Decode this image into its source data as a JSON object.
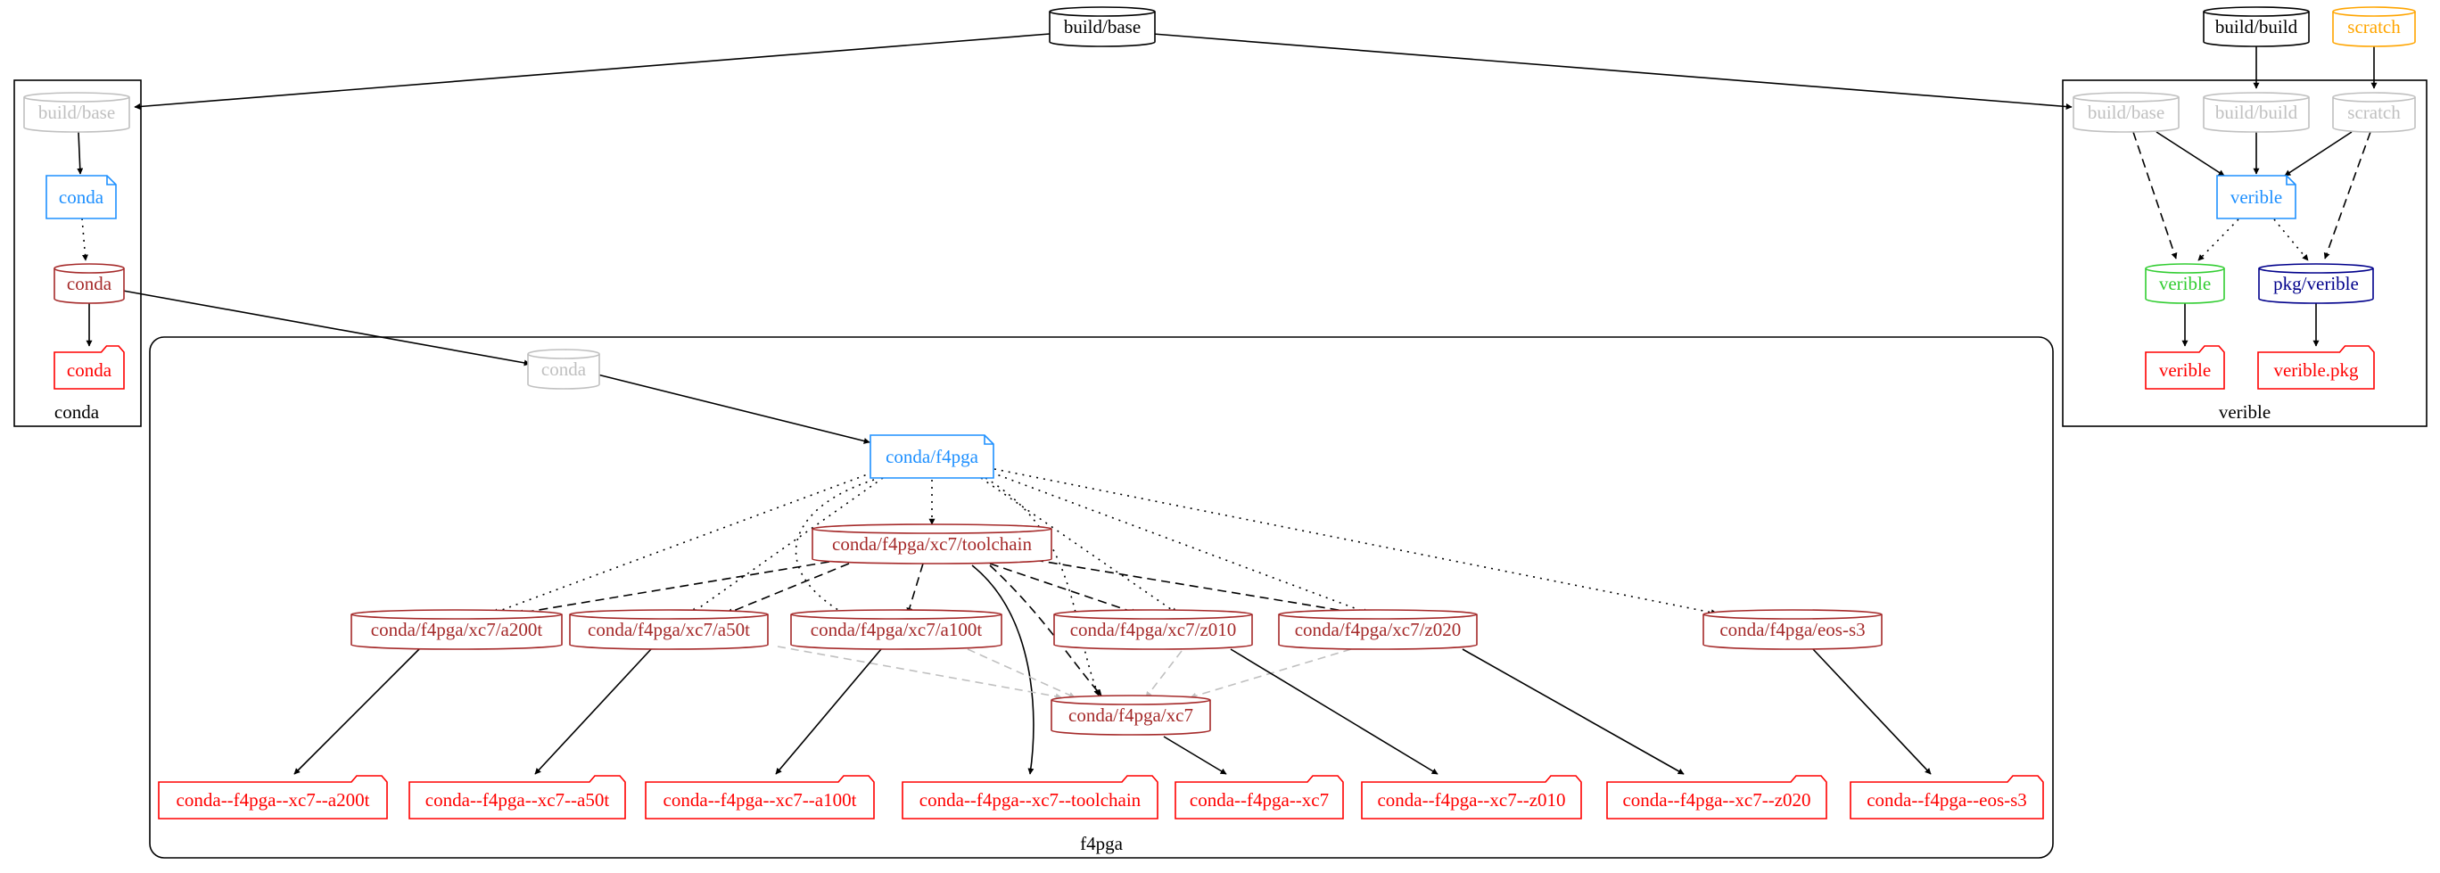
{
  "colors": {
    "edge": "#000000",
    "faded": "#c0c0c0",
    "dockerfile": "#1e90ff",
    "image": "#a52a2a",
    "artifact": "#ff0000",
    "green": "#32cd32",
    "navy": "#00008b",
    "orange": "#ffa500"
  },
  "clusters": {
    "conda": "conda",
    "f4pga": "f4pga",
    "verible": "verible"
  },
  "nodes": {
    "build_base_top": "build/base",
    "build_build_top": "build/build",
    "scratch_top": "scratch",
    "conda_base_ref": "build/base",
    "conda_dockerfile": "conda",
    "conda_image": "conda",
    "conda_artifact": "conda",
    "verible_base_ref": "build/base",
    "verible_build_ref": "build/build",
    "verible_scratch_ref": "scratch",
    "verible_dockerfile": "verible",
    "verible_image": "verible",
    "pkg_verible": "pkg/verible",
    "verible_artifact": "verible",
    "verible_pkg_artifact": "verible.pkg",
    "f4pga_conda_ref": "conda",
    "f4pga_dockerfile": "conda/f4pga",
    "toolchain": "conda/f4pga/xc7/toolchain",
    "a200t": "conda/f4pga/xc7/a200t",
    "a50t": "conda/f4pga/xc7/a50t",
    "a100t": "conda/f4pga/xc7/a100t",
    "z010": "conda/f4pga/xc7/z010",
    "z020": "conda/f4pga/xc7/z020",
    "eos_s3": "conda/f4pga/eos-s3",
    "xc7": "conda/f4pga/xc7",
    "art_a200t": "conda--f4pga--xc7--a200t",
    "art_a50t": "conda--f4pga--xc7--a50t",
    "art_a100t": "conda--f4pga--xc7--a100t",
    "art_toolchain": "conda--f4pga--xc7--toolchain",
    "art_xc7": "conda--f4pga--xc7",
    "art_z010": "conda--f4pga--xc7--z010",
    "art_z020": "conda--f4pga--xc7--z020",
    "art_eos_s3": "conda--f4pga--eos-s3"
  }
}
